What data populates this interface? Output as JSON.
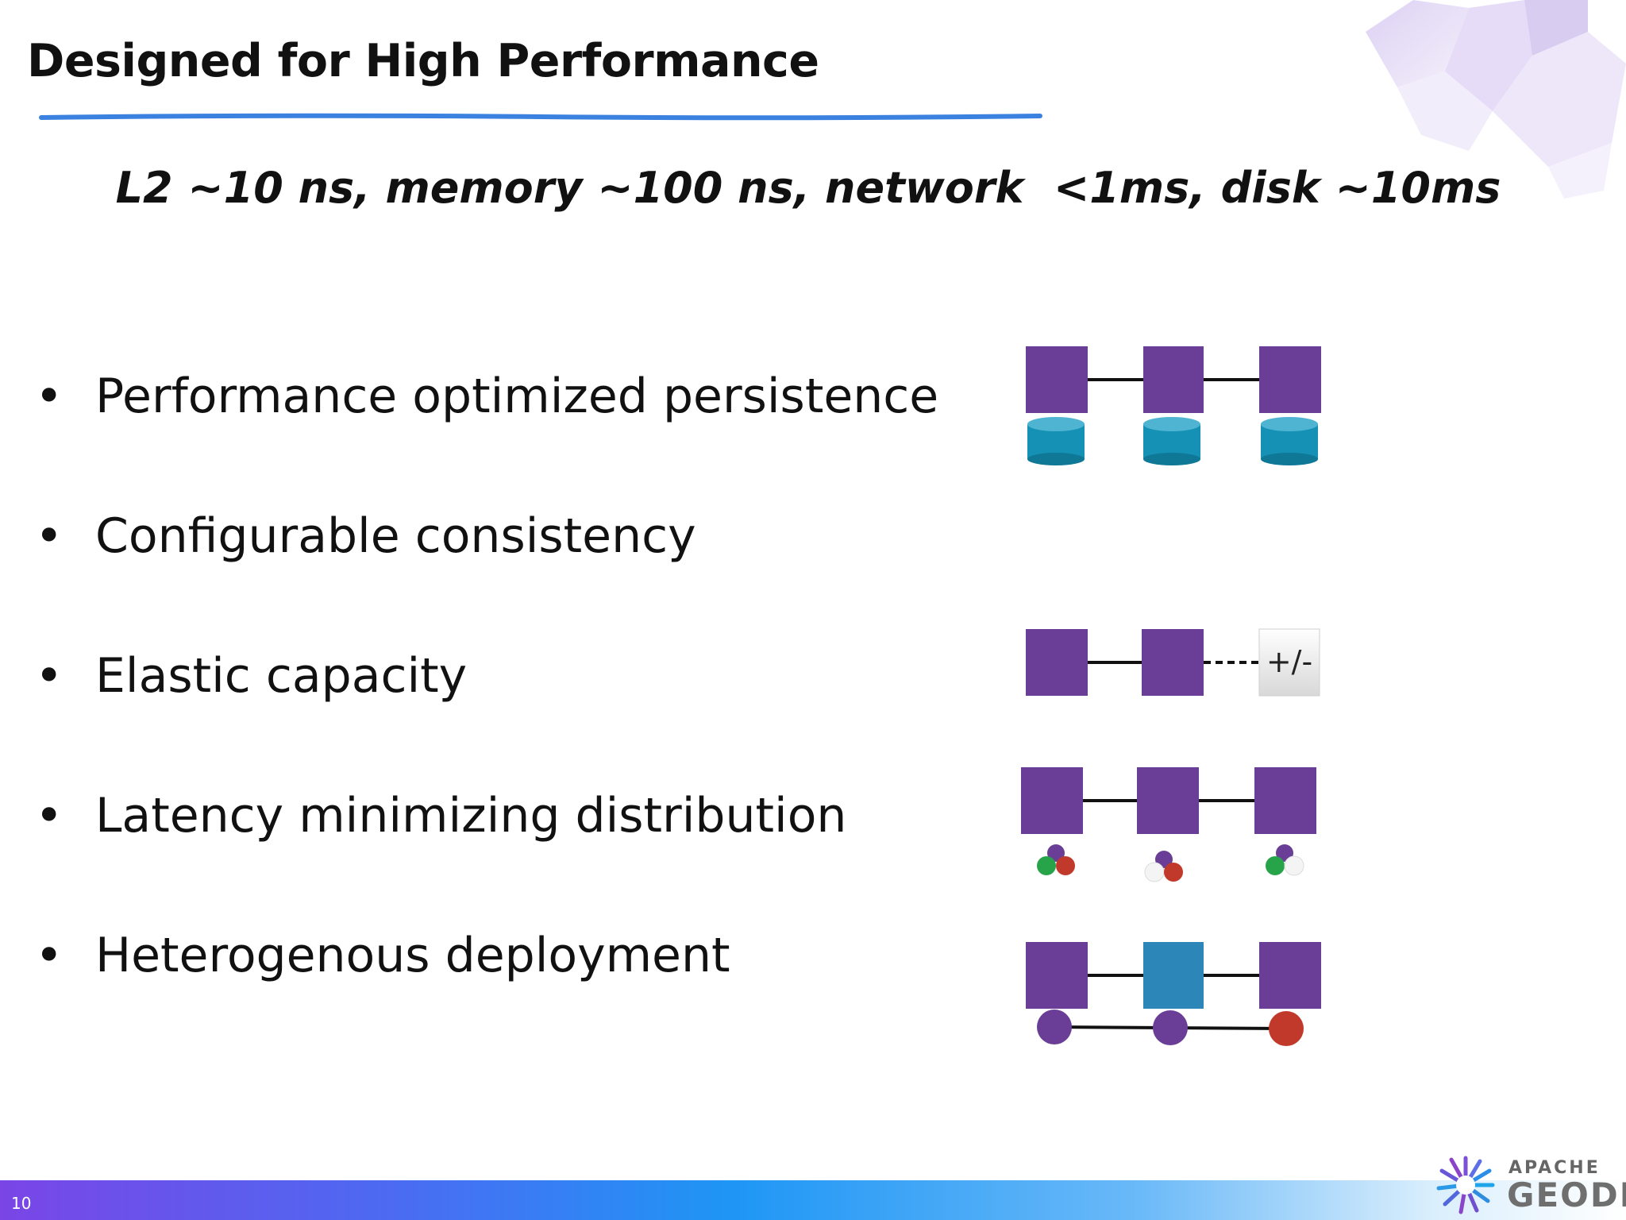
{
  "slide": {
    "title": "Designed for High Performance",
    "subtitle": "L2 ~10 ns, memory ~100 ns, network  <1ms, disk ~10ms",
    "bullet_char": "•",
    "bullets": [
      "Performance optimized persistence",
      "Configurable consistency",
      "Elastic capacity",
      "Latency minimizing distribution",
      "Heterogenous deployment"
    ],
    "elastic_label": "+/-",
    "slide_number": "10"
  },
  "logo": {
    "line1": "APACHE",
    "line2": "GEODE"
  },
  "colors": {
    "node_purple": "#6a3d96",
    "disk_teal": "#1591b5",
    "node_blue": "#2c86b8",
    "red": "#c0392b",
    "green": "#27a34a",
    "white": "#f4f4f4",
    "title_rule": "#3b82e0"
  },
  "icons": [
    "crystal-decoration",
    "database-icon",
    "server-node-icon",
    "apache-geode-logo-icon"
  ]
}
